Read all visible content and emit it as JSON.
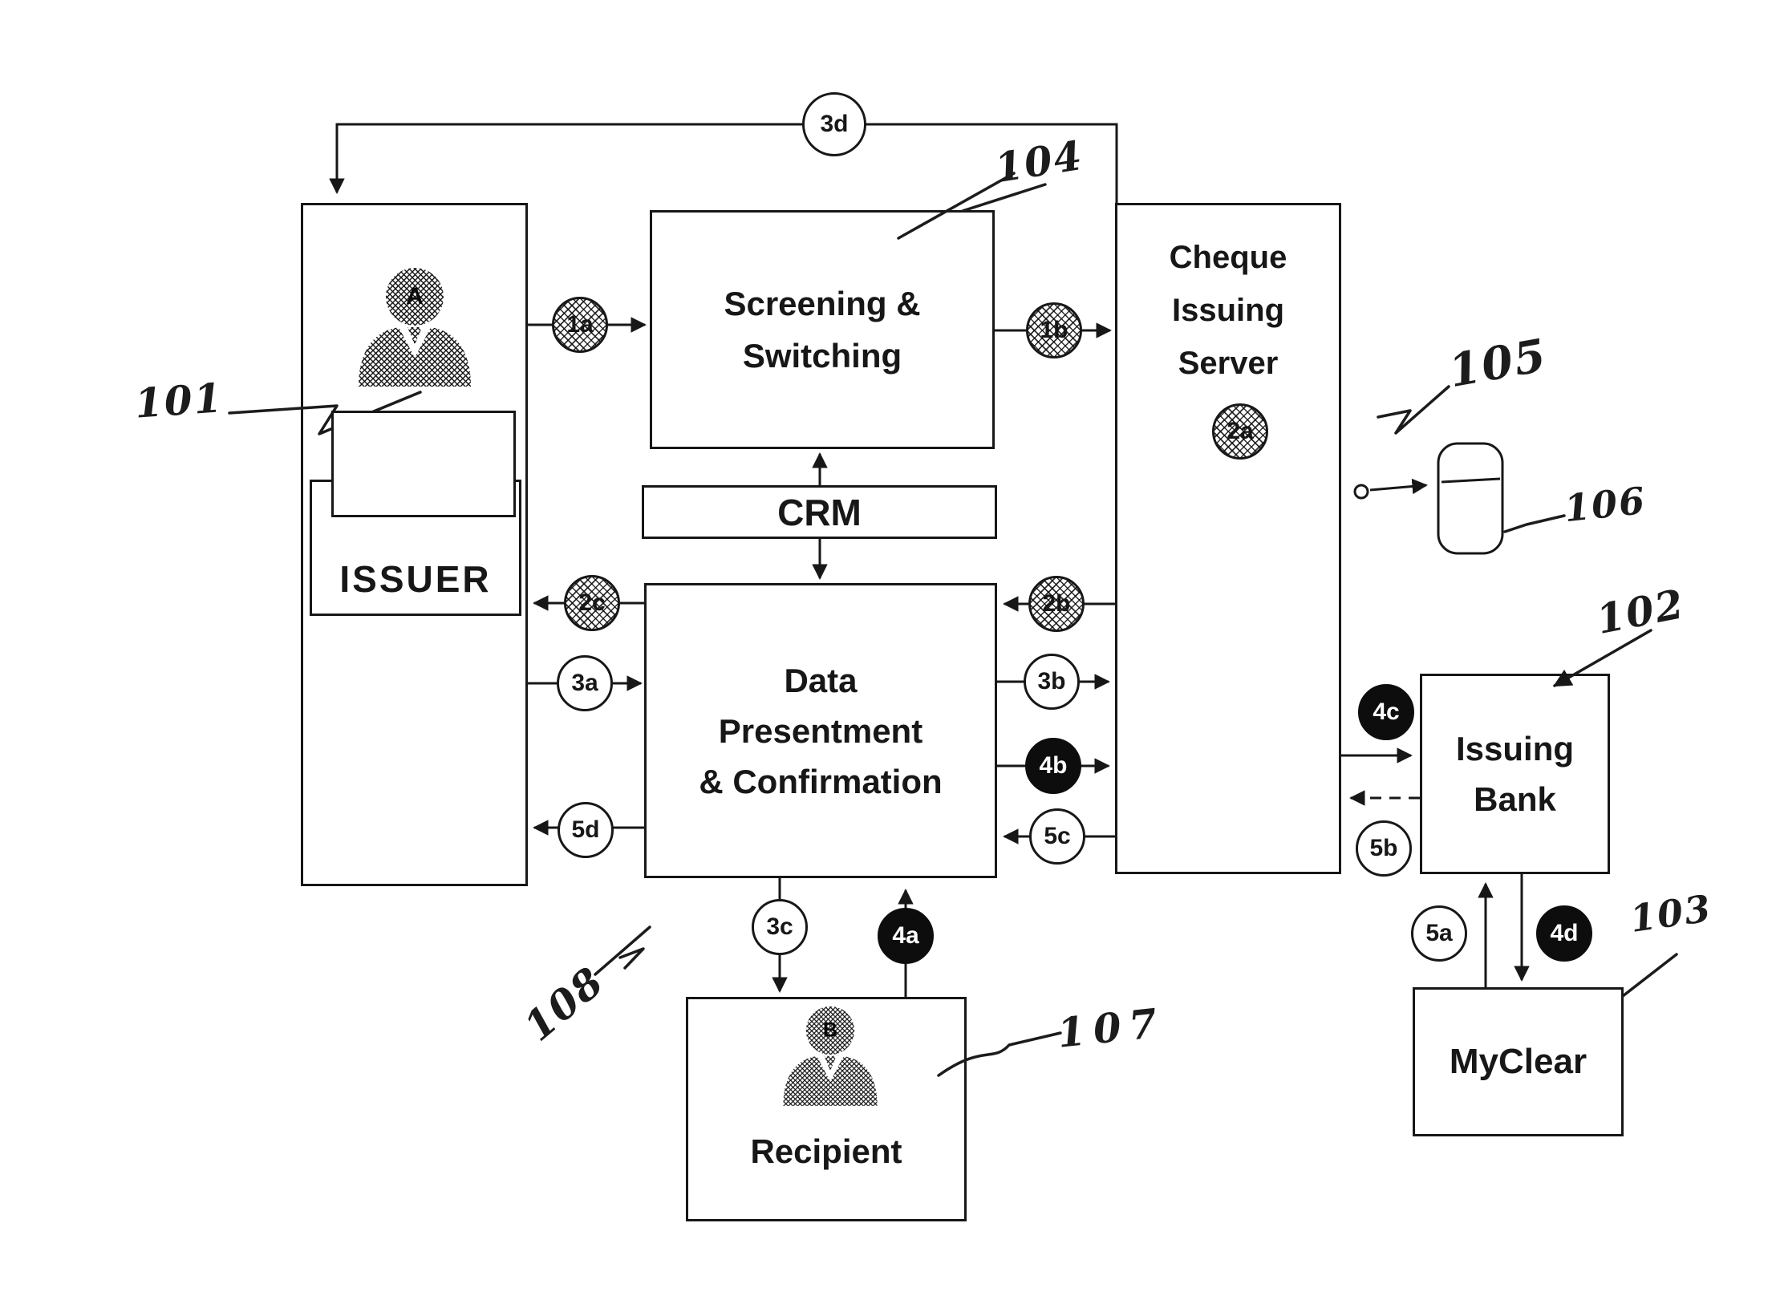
{
  "figure": {
    "kind": "cheque-issuing-system-flow-diagram",
    "colors": {
      "ink": "#171717",
      "paper": "#ffffff",
      "dark_circle": "#0d0d0d",
      "dark_circle_text": "#ffffff"
    }
  },
  "boxes": {
    "issuer": "ISSUER",
    "screening": [
      "Screening &",
      "Switching"
    ],
    "crm": "CRM",
    "data": [
      "Data",
      "Presentment",
      "& Confirmation"
    ],
    "server": [
      "Cheque",
      "Issuing",
      "Server"
    ],
    "recipient": "Recipient",
    "bank": [
      "Issuing",
      "Bank"
    ],
    "myclear": "MyClear"
  },
  "persons": {
    "issuer_letter": "A",
    "recipient_letter": "B"
  },
  "icons": {
    "issuer_person": "person-icon",
    "recipient_person": "person-icon",
    "cheque_store": "database-cylinder-icon"
  },
  "steps": {
    "1a": "1a",
    "1b": "1b",
    "2a": "2a",
    "2b": "2b",
    "2c": "2c",
    "3a": "3a",
    "3b": "3b",
    "3c": "3c",
    "3d": "3d",
    "4a": "4a",
    "4b": "4b",
    "4c": "4c",
    "4d": "4d",
    "5a": "5a",
    "5b": "5b",
    "5c": "5c",
    "5d": "5d"
  },
  "refs": {
    "101": "101",
    "102": "102",
    "103": "103",
    "104": "104",
    "105": "105",
    "106": "106",
    "107": "107",
    "108": "108"
  }
}
